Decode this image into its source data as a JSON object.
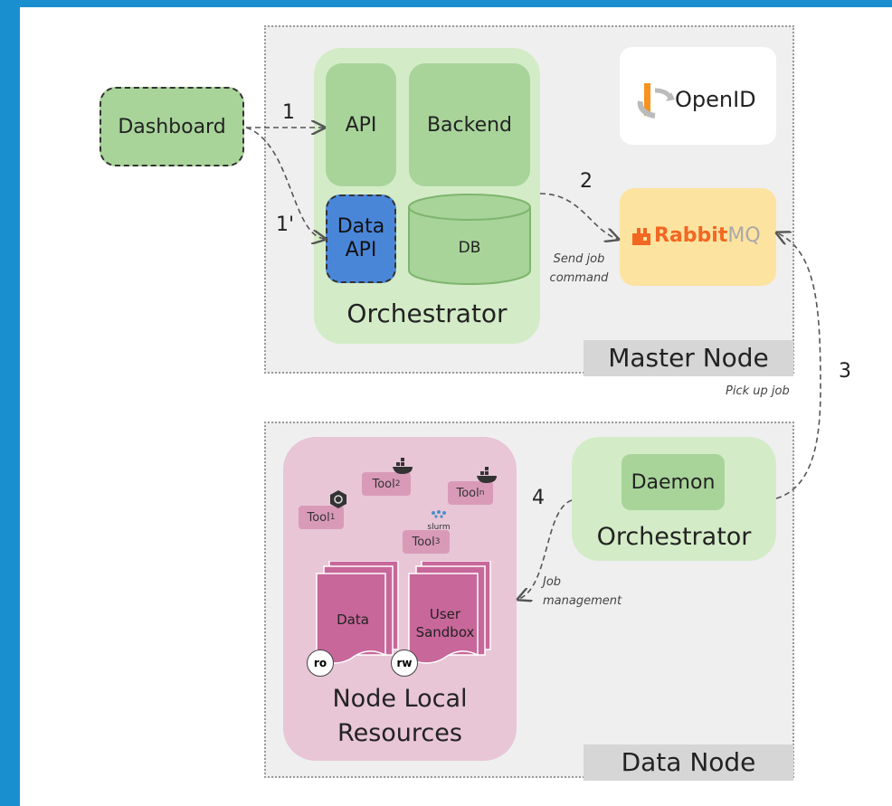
{
  "master_node": {
    "label": "Master Node"
  },
  "data_node": {
    "label": "Data Node"
  },
  "dashboard": {
    "label": "Dashboard"
  },
  "orchestrator_master": {
    "label": "Orchestrator",
    "api": "API",
    "backend": "Backend",
    "data_api_line1": "Data",
    "data_api_line2": "API",
    "db": "DB"
  },
  "openid": {
    "label": "OpenID"
  },
  "rabbitmq": {
    "label_rabbit": "Rabbit",
    "label_mq": "MQ"
  },
  "orchestrator_data": {
    "label": "Orchestrator",
    "daemon": "Daemon"
  },
  "local_resources": {
    "label_line1": "Node Local",
    "label_line2": "Resources",
    "data": "Data",
    "sandbox_line1": "User",
    "sandbox_line2": "Sandbox",
    "ro": "ro",
    "rw": "rw",
    "tools": [
      {
        "name": "Tool",
        "sub": "1"
      },
      {
        "name": "Tool",
        "sub": "2"
      },
      {
        "name": "Tool",
        "sub": "3"
      },
      {
        "name": "Tool",
        "sub": "n"
      }
    ],
    "slurm_label": "slurm"
  },
  "arrows": {
    "step1": "1",
    "step1_prime": "1'",
    "step2": "2",
    "step3": "3",
    "step4": "4",
    "send_job_line1": "Send job",
    "send_job_line2": "command",
    "pick_up_job": "Pick up job",
    "job_mgmt_line1": "Job",
    "job_mgmt_line2": "management"
  },
  "colors": {
    "background": "#1a8fd0",
    "green_panel": "#d3ecc7",
    "green_box": "#a8d49a",
    "data_api_blue": "#4a86d8",
    "rabbitmq_panel": "#fde3a0",
    "rabbit_orange": "#f26722",
    "mq_grey": "#a8a8a8",
    "pink_panel": "#e8c6d6",
    "pink_doc": "#c8679a"
  }
}
